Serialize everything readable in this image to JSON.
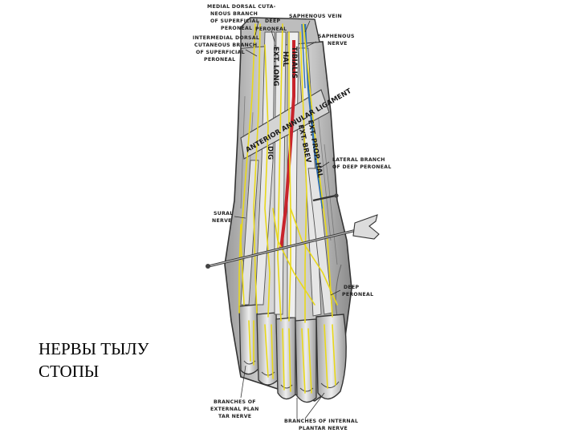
{
  "slide": {
    "caption_line1": "НЕРВЫ ТЫЛУ",
    "caption_line2": "СТОПЫ"
  },
  "figure": {
    "labels": {
      "medial_dorsal_1": "MEDIAL DORSAL CUTA-",
      "medial_dorsal_2": "NEOUS BRANCH",
      "medial_dorsal_3": "OF SUPERFICIAL",
      "medial_dorsal_4": "PERONEAL",
      "deep_peroneal_top_1": "DEEP",
      "deep_peroneal_top_2": "PERONEAL",
      "saphenous_vein": "SAPHENOUS VEIN",
      "intermediate_1": "INTERMEDIAL DORSAL",
      "intermediate_2": "CUTANEOUS BRANCH",
      "intermediate_3": "OF SUPERFICIAL",
      "intermediate_4": "PERONEAL",
      "saphenous_nerve_1": "SAPHENOUS",
      "saphenous_nerve_2": "NERVE",
      "lateral_branch_1": "LATERAL BRANCH",
      "lateral_branch_2": "OF DEEP PERONEAL",
      "sural_1": "SURAL",
      "sural_2": "NERVE",
      "deep_peroneal_bottom_1": "DEEP",
      "deep_peroneal_bottom_2": "PERONEAL",
      "branches_external_1": "BRANCHES OF",
      "branches_external_2": "EXTERNAL PLAN",
      "branches_external_3": "TAR NERVE",
      "branches_internal_1": "BRANCHES OF INTERNAL",
      "branches_internal_2": "PLANTAR NERVE",
      "tendon_tibialis": "TIBIALIS",
      "tendon_ext_long": "EXT. LONG",
      "tendon_hal": "HAL",
      "ligament": "ANTERIOR ANNULAR LIGAMENT",
      "tendon_dig": "DIG",
      "tendon_ext_brev": "EXT. BREV",
      "tendon_ext_prop": "EXT. PROP. HAL"
    },
    "colors": {
      "nerve": "#e8d81a",
      "artery": "#c8232c",
      "vein": "#2f6fb0",
      "tendon": "#e9e9e9",
      "outline": "#333333"
    }
  }
}
